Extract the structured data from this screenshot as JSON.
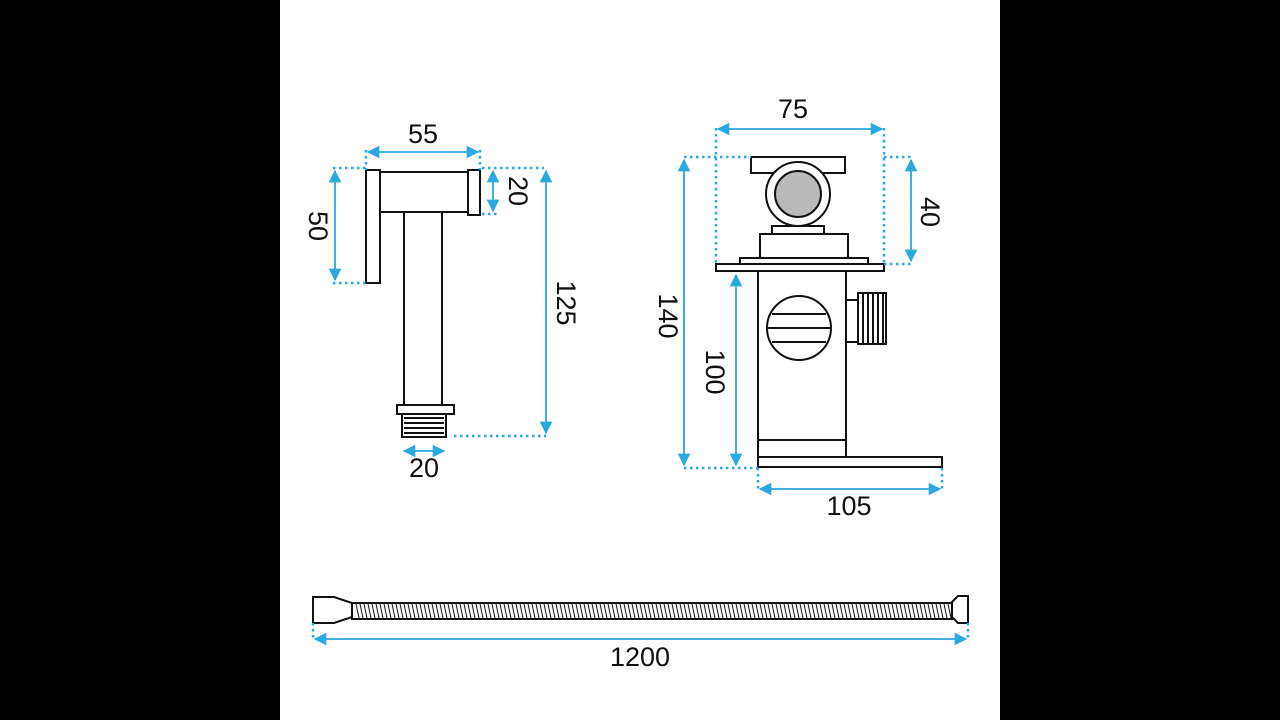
{
  "colors": {
    "background": "#000000",
    "sheet": "#ffffff",
    "outline": "#111111",
    "dimension": "#2aa8e0"
  },
  "dimensions": {
    "handset_width": "55",
    "handset_head_height": "20",
    "handset_button_height": "50",
    "handset_total_height": "125",
    "handset_thread": "20",
    "valve_plate_width": "75",
    "valve_plate_height": "40",
    "valve_total_height": "140",
    "valve_body_height": "100",
    "valve_lever_length": "105",
    "hose_length": "1200"
  }
}
